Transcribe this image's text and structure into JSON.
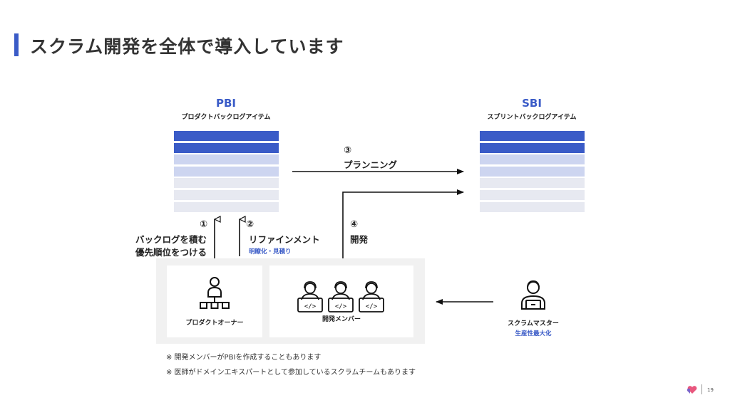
{
  "title": "スクラム開発を全体で導入しています",
  "pbi": {
    "heading": "PBI",
    "subheading": "プロダクトバックログアイテム",
    "rows": [
      "#3a5bc7",
      "#3a5bc7",
      "#cdd5f0",
      "#cdd5f0",
      "#e7e9f1",
      "#e7e9f1",
      "#e7e9f1"
    ]
  },
  "sbi": {
    "heading": "SBI",
    "subheading": "スプリントバックログアイテム",
    "rows": [
      "#3a5bc7",
      "#3a5bc7",
      "#cdd5f0",
      "#cdd5f0",
      "#e7e9f1",
      "#e7e9f1",
      "#e7e9f1"
    ]
  },
  "steps": {
    "s1": {
      "num": "①",
      "line1": "バックログを積む",
      "line2": "優先順位をつける"
    },
    "s2": {
      "num": "②",
      "label": "リファインメント",
      "sub": "明瞭化・見積り"
    },
    "s3": {
      "num": "③",
      "label": "プランニング"
    },
    "s4": {
      "num": "④",
      "label": "開発"
    }
  },
  "roles": {
    "po": {
      "label": "プロダクトオーナー",
      "icon": "product-owner-icon"
    },
    "dev": {
      "label": "開発メンバー",
      "icon": "developer-icon"
    },
    "sm": {
      "label": "スクラムマスター",
      "sub": "生産性最大化",
      "icon": "scrum-master-icon"
    }
  },
  "notes": [
    "※ 開発メンバーがPBIを作成することもあります",
    "※ 医師がドメインエキスパートとして参加しているスクラムチームもあります"
  ],
  "footer": {
    "page": "19"
  },
  "colors": {
    "accent": "#3a5bc7",
    "panel": "#f1f1f1"
  }
}
